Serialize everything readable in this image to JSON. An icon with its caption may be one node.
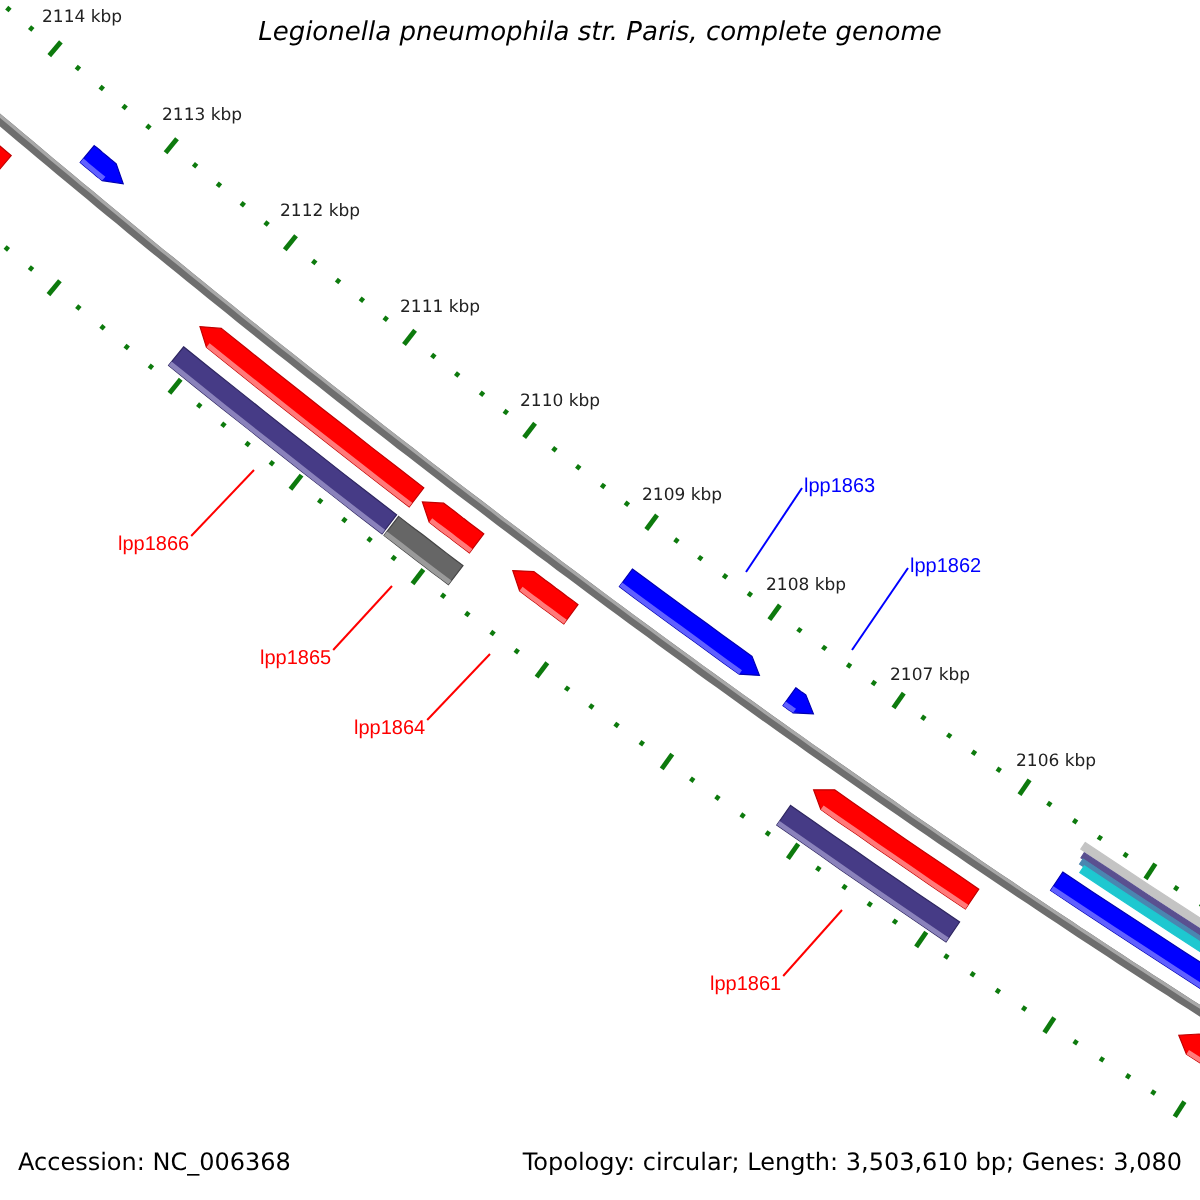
{
  "diagram": {
    "title": "Legionella pneumophila str. Paris, complete genome",
    "nodes": [
      {
        "text": [
          "lpp1863"
        ]
      },
      {
        "text": [
          "lpp1866"
        ]
      },
      {
        "text": [
          "lpp1862"
        ]
      },
      {
        "text": [
          "lpp1865"
        ]
      },
      {
        "text": [
          "lpp1864"
        ]
      },
      {
        "text": [
          "lpp1861"
        ]
      },
      {
        "text": [],
        "shape": "bar"
      }
    ],
    "edges": [
      {
        "from": 0,
        "to": null,
        "arrow": "none",
        "color": "#0000ff"
      },
      {
        "from": 1,
        "to": null,
        "arrow": "none"
      },
      {
        "from": 2,
        "to": null,
        "arrow": "none",
        "color": "#0000ff"
      },
      {
        "from": 3,
        "to": 6,
        "arrow": "none"
      },
      {
        "from": 4,
        "to": null,
        "arrow": "none"
      },
      {
        "from": 5,
        "to": null,
        "arrow": "none"
      }
    ],
    "labels": [
      "2114 kbp",
      "2113 kbp",
      "2112 kbp",
      "2111 kbp",
      "2110 kbp",
      "2109 kbp",
      "2108 kbp",
      "2107 kbp",
      "2106 kbp",
      "Accession: NC_006368",
      "Topology: circular; Length: 3,503,610 bp; Genes: 3,080"
    ]
  }
}
